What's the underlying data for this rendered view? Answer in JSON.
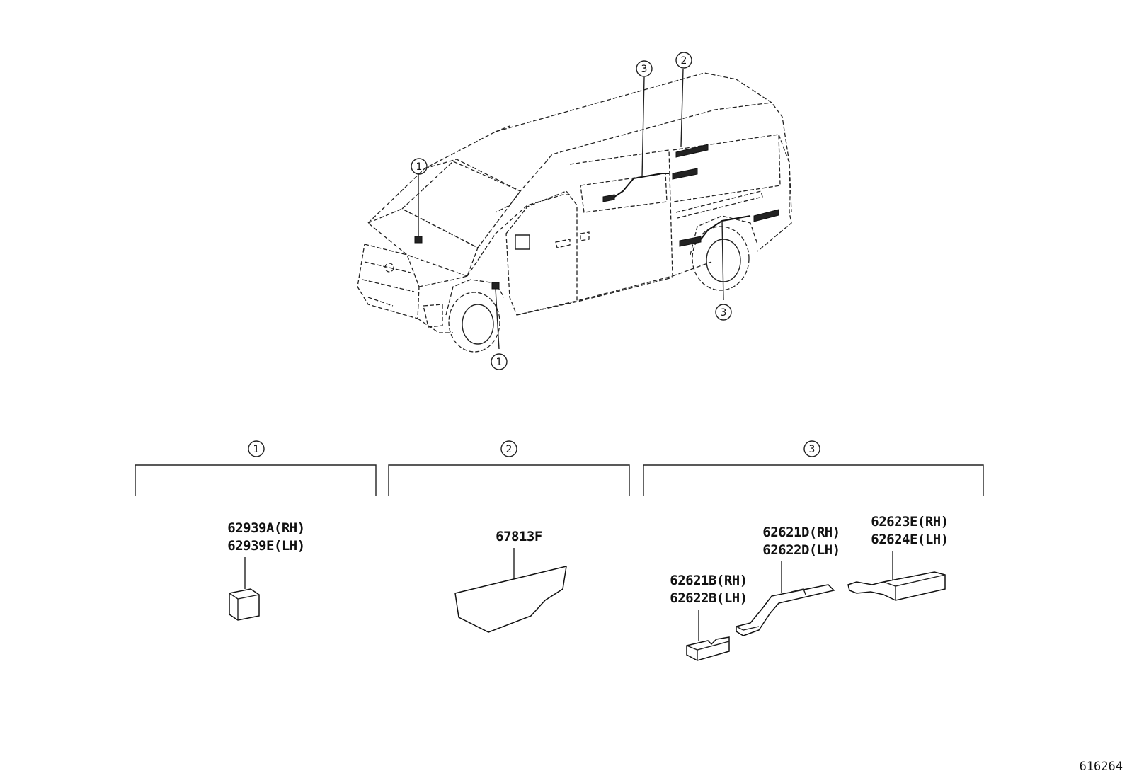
{
  "callouts": {
    "c1": "1",
    "c2": "2",
    "c3": "3"
  },
  "groups": {
    "g1": {
      "marker": "1",
      "parts": [
        {
          "line1": "62939A(RH)",
          "line2": "62939E(LH)"
        }
      ]
    },
    "g2": {
      "marker": "2",
      "parts": [
        {
          "line1": "67813F"
        }
      ]
    },
    "g3": {
      "marker": "3",
      "parts": [
        {
          "line1": "62621B(RH)",
          "line2": "62622B(LH)"
        },
        {
          "line1": "62621D(RH)",
          "line2": "62622D(LH)"
        },
        {
          "line1": "62623E(RH)",
          "line2": "62624E(LH)"
        }
      ]
    }
  },
  "diagram_code": "616264"
}
